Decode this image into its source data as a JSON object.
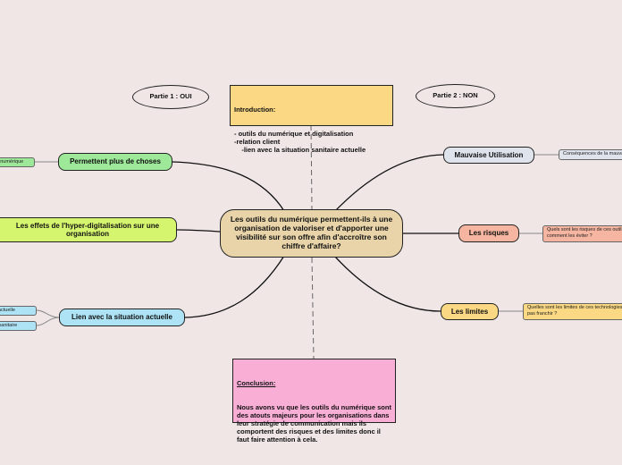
{
  "central": "Les outils du numérique permettent-ils à une organisation de valoriser et d'apporter une visibilité sur son offre afin d'accroître son chiffre d'affaire?",
  "part1": "Partie 1 : OUI",
  "part2": "Partie 2 : NON",
  "introduction": {
    "title": "Introduction:",
    "body": "- outils du numérique et digitalisation\n-relation client\n    -lien avec la situation sanitaire actuelle"
  },
  "conclusion": {
    "title": "Conclusion:",
    "body": "Nous avons vu que les outils du numérique sont des atouts majeurs pour les organisations dans leur stratégie de communication mais ils comportent des risques et des limites donc il faut faire attention à cela."
  },
  "left": {
    "b1": {
      "label": "Permettent plus de choses",
      "leaf": "Outils du numérique"
    },
    "b2": {
      "label": "Les effets de l'hyper-digitalisation sur une organisation"
    },
    "b3": {
      "label": "Lien avec la situation actuelle",
      "leaf1": "Situation actuelle",
      "leaf2": "Contexte sanitaire"
    }
  },
  "right": {
    "b1": {
      "label": "Mauvaise Utilisation",
      "leaf": "Conséquences de la mauvaise utilisation"
    },
    "b2": {
      "label": "Les risques",
      "leaf": "Quels sont les risques de ces outils ?\ncomment les éviter ?"
    },
    "b3": {
      "label": "Les limites",
      "leaf": "Quelles sont les limites de ces technologies à ne\npas franchir ?"
    }
  },
  "colors": {
    "background": "#f0e6e6",
    "central": "#e8d4a8",
    "green": "#9ee89a",
    "lime": "#d6f56e",
    "blue": "#aee3f5",
    "grey_blue": "#dfe3ec",
    "salmon": "#f5b5a0",
    "yellow": "#fbd984",
    "pink": "#f9aed6"
  }
}
